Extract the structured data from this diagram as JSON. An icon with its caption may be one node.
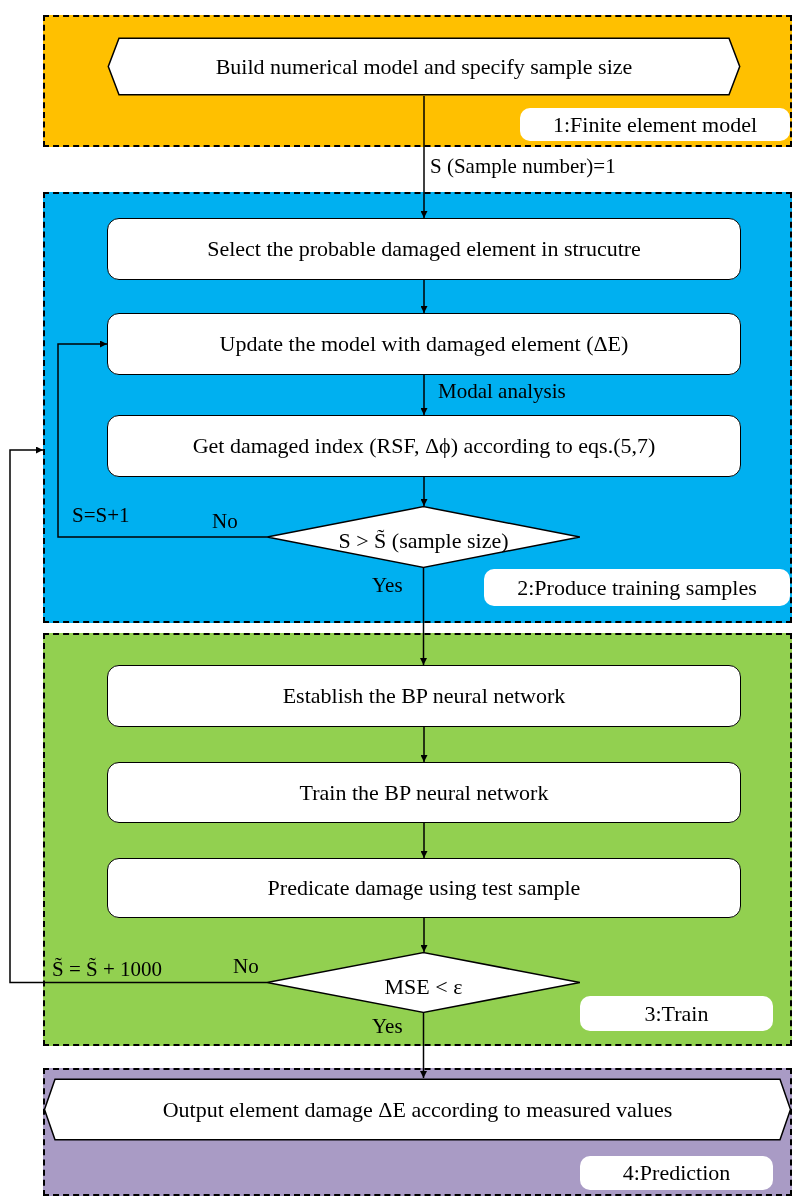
{
  "diagram": {
    "nodes": [
      {
        "text": [
          "1:Finite element model"
        ]
      },
      {
        "text": [
          "Build numerical model and specify sample size"
        ],
        "in": 0
      },
      {
        "text": [
          "2:Produce training samples"
        ]
      },
      {
        "text": [
          "Select the probable damaged element in strucutre"
        ],
        "in": 2
      },
      {
        "text": [
          "Update the model with damaged element (ΔE)"
        ],
        "in": 2
      },
      {
        "text": [
          "Get damaged index (RSF, Δϕ) according to eqs.(5,7)"
        ],
        "in": 2
      },
      {
        "text": [
          "S > S̃ (sample size)"
        ],
        "in": 2
      },
      {
        "text": [
          "3:Train"
        ]
      },
      {
        "text": [
          "Establish the BP neural network"
        ],
        "in": 7
      },
      {
        "text": [
          "Train the BP neural network"
        ],
        "in": 7
      },
      {
        "text": [
          "Predicate damage using test sample"
        ],
        "in": 7
      },
      {
        "text": [
          "MSE < ε"
        ],
        "in": 7
      },
      {
        "text": [
          "4:Prediction"
        ]
      },
      {
        "text": [
          "Output element damage ΔE according to measured values"
        ],
        "in": 12
      }
    ],
    "edges": [
      {
        "from": 1,
        "to": 3,
        "arrow": "to",
        "label": "S (Sample number)=1"
      },
      {
        "from": 3,
        "to": 4,
        "arrow": "to"
      },
      {
        "from": 4,
        "to": 5,
        "arrow": "to",
        "label": "Modal analysis"
      },
      {
        "from": 5,
        "to": 6,
        "arrow": "to"
      },
      {
        "from": 6,
        "to": 4,
        "arrow": "to",
        "label": "No"
      },
      {
        "from": 6,
        "to": 8,
        "arrow": "to",
        "label": "Yes"
      },
      {
        "from": 8,
        "to": 9,
        "arrow": "to"
      },
      {
        "from": 9,
        "to": 10,
        "arrow": "to"
      },
      {
        "from": 10,
        "to": 11,
        "arrow": "to"
      },
      {
        "from": 11,
        "to": 2,
        "arrow": "to",
        "label": "No"
      },
      {
        "from": 11,
        "to": 13,
        "arrow": "to",
        "label": "Yes"
      }
    ],
    "labels": [
      "S=S+1",
      "S̃ = S̃ + 1000"
    ]
  }
}
